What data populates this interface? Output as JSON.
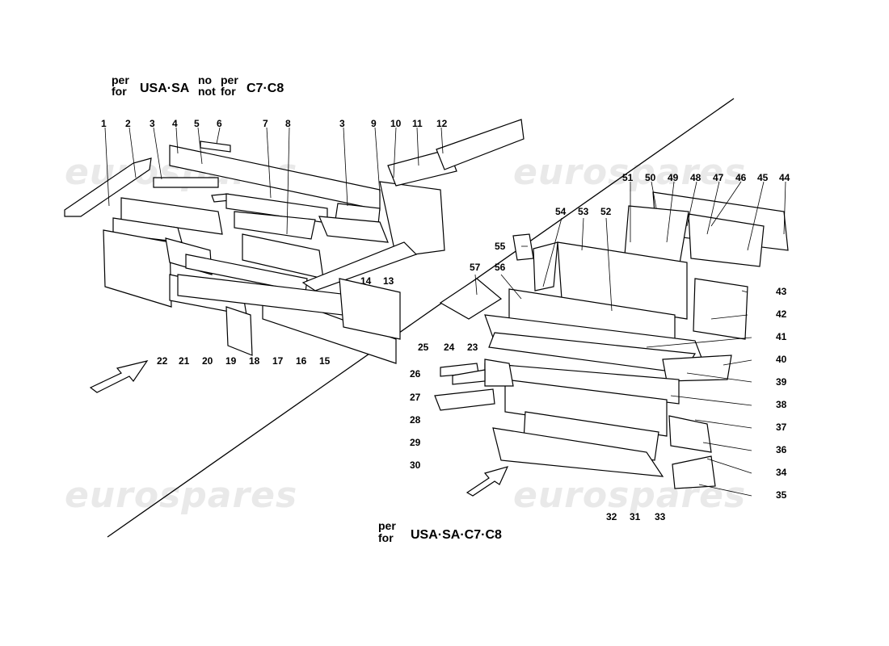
{
  "watermark": "eurospares",
  "notes": {
    "top_left": {
      "l1a": "per",
      "l1b": "for",
      "code1": "USA·SA",
      "l2a": "no",
      "l2b": "not",
      "l3a": "per",
      "l3b": "for",
      "code2": "C7·C8"
    },
    "bottom": {
      "l1": "per",
      "l2": "for",
      "code": "USA·SA·C7·C8"
    }
  },
  "callouts": [
    "1",
    "2",
    "3",
    "4",
    "5",
    "6",
    "7",
    "8",
    "3",
    "9",
    "10",
    "11",
    "12",
    "13",
    "14",
    "15",
    "16",
    "17",
    "18",
    "19",
    "20",
    "21",
    "22",
    "23",
    "24",
    "25",
    "26",
    "27",
    "28",
    "29",
    "30",
    "31",
    "32",
    "33",
    "34",
    "35",
    "36",
    "37",
    "38",
    "39",
    "40",
    "41",
    "42",
    "43",
    "44",
    "45",
    "46",
    "47",
    "48",
    "49",
    "50",
    "51",
    "52",
    "53",
    "54",
    "55",
    "56",
    "57"
  ]
}
